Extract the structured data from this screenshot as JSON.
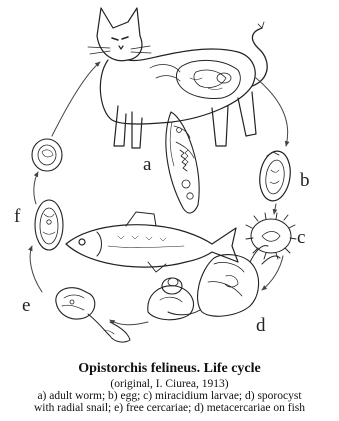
{
  "labels": {
    "a": "a",
    "b": "b",
    "c": "c",
    "d": "d",
    "e": "e",
    "f": "f"
  },
  "caption": {
    "title": "Opistorchis felineus. Life cycle",
    "source": "(original, I. Ciurea, 1913)",
    "legend_line1": "a) adult worm; b) egg; c) miracidium larvae; d) sporocyst",
    "legend_line2": "with radial snail; e) free cercariae; d) metacercariae on fish"
  },
  "colors": {
    "ink": "#222222",
    "background": "#ffffff"
  }
}
